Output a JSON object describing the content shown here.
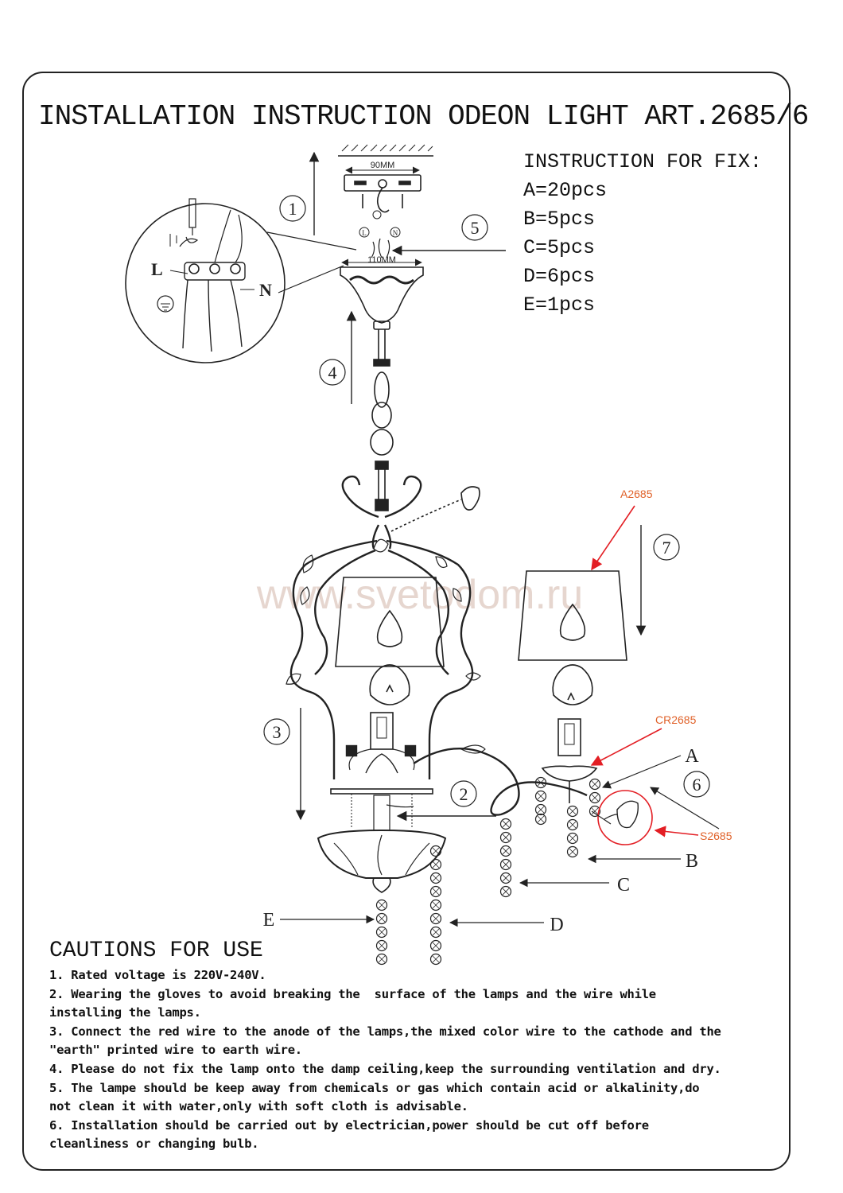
{
  "title": "INSTALLATION INSTRUCTION ODEON LIGHT ART.2685/6",
  "fix": {
    "heading": "INSTRUCTION FOR FIX:",
    "items": [
      "A=20pcs",
      "B=5pcs",
      "C=5pcs",
      "D=6pcs",
      "E=1pcs"
    ]
  },
  "diagram": {
    "dims": {
      "plate": "90MM",
      "canopy": "110MM"
    },
    "wiring": {
      "live": "L",
      "neutral": "N",
      "terminal_live": "L",
      "terminal_neutral": "N"
    },
    "steps": [
      "1",
      "2",
      "3",
      "4",
      "5",
      "6",
      "7"
    ],
    "parts": {
      "a": "A",
      "b": "B",
      "c": "C",
      "d": "D",
      "e": "E"
    },
    "codes": {
      "shade": "A2685",
      "candle_cup": "CR2685",
      "leaf": "S2685"
    },
    "watermark": "www.svetodom.ru",
    "colors": {
      "line": "#222222",
      "annotation": "#e31e24",
      "code_text": "#e0622a",
      "watermark": "#e6d6cf"
    }
  },
  "cautions": {
    "heading": "CAUTIONS FOR USE",
    "items": [
      "1. Rated voltage is 220V-240V.",
      "2. Wearing the gloves to avoid breaking the  surface of the lamps and the wire while\ninstalling the lamps.",
      "3. Connect the red wire to the anode of the lamps,the mixed color wire to the cathode and the\n\"earth\" printed wire to earth wire.",
      "4. Please do not fix the lamp onto the damp ceiling,keep the surrounding ventilation and dry.",
      "5. The lampe should be keep away from chemicals or gas which contain acid or alkalinity,do\nnot clean it with water,only with soft cloth is advisable.",
      "6. Installation should be carried out by electrician,power should be cut off before\ncleanliness or changing bulb."
    ]
  }
}
